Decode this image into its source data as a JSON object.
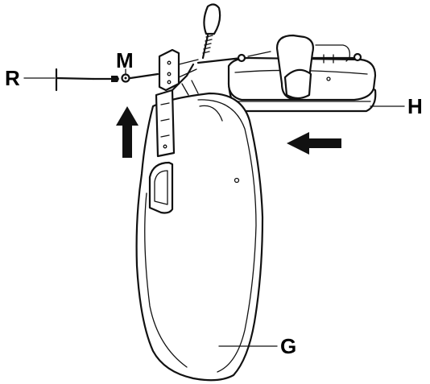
{
  "labels": {
    "r": "R",
    "m": "M",
    "h": "H",
    "g": "G"
  },
  "arrows": [
    {
      "name": "up-arrow",
      "direction": "up"
    },
    {
      "name": "left-arrow",
      "direction": "left"
    }
  ]
}
